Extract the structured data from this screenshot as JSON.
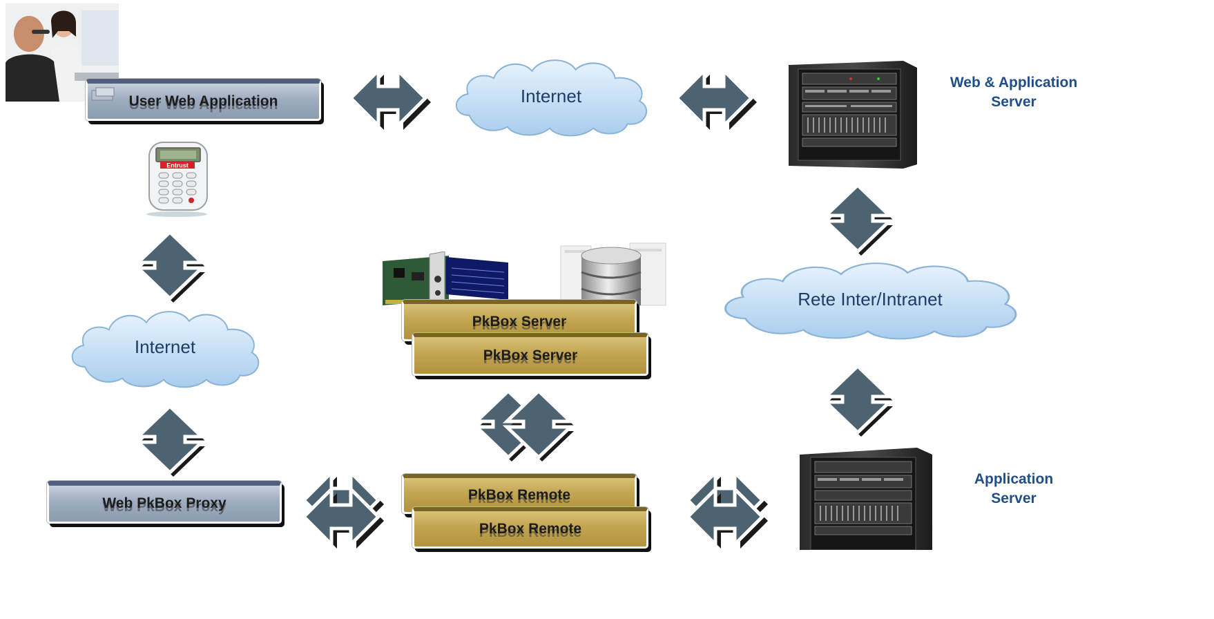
{
  "boxes": {
    "user_web_app": "User Web Application",
    "web_proxy": "Web PkBox Proxy",
    "pkbox_server_1": "PkBox Server",
    "pkbox_server_2": "PkBox Server",
    "pkbox_remote_1": "PkBox Remote",
    "pkbox_remote_2": "PkBox Remote"
  },
  "clouds": {
    "internet_top": "Internet",
    "internet_left": "Internet",
    "rete": "Rete Inter/Intranet"
  },
  "labels": {
    "web_app_server_line1": "Web & Application",
    "web_app_server_line2": "Server",
    "app_server_line1": "Application",
    "app_server_line2": "Server"
  },
  "device": {
    "token_brand": "Entrust"
  },
  "icons": [
    "user-photo",
    "token-device-icon",
    "hsm-card-icon",
    "database-icon",
    "server-rack-icon"
  ],
  "colors": {
    "arrow": "#4e6372",
    "cloud_fill": "#c9e2f7",
    "cloud_stroke": "#8bb3d6",
    "label_blue": "#1f4e8a",
    "gold_box": "#c2a551",
    "blue_box": "#9eacc0"
  }
}
